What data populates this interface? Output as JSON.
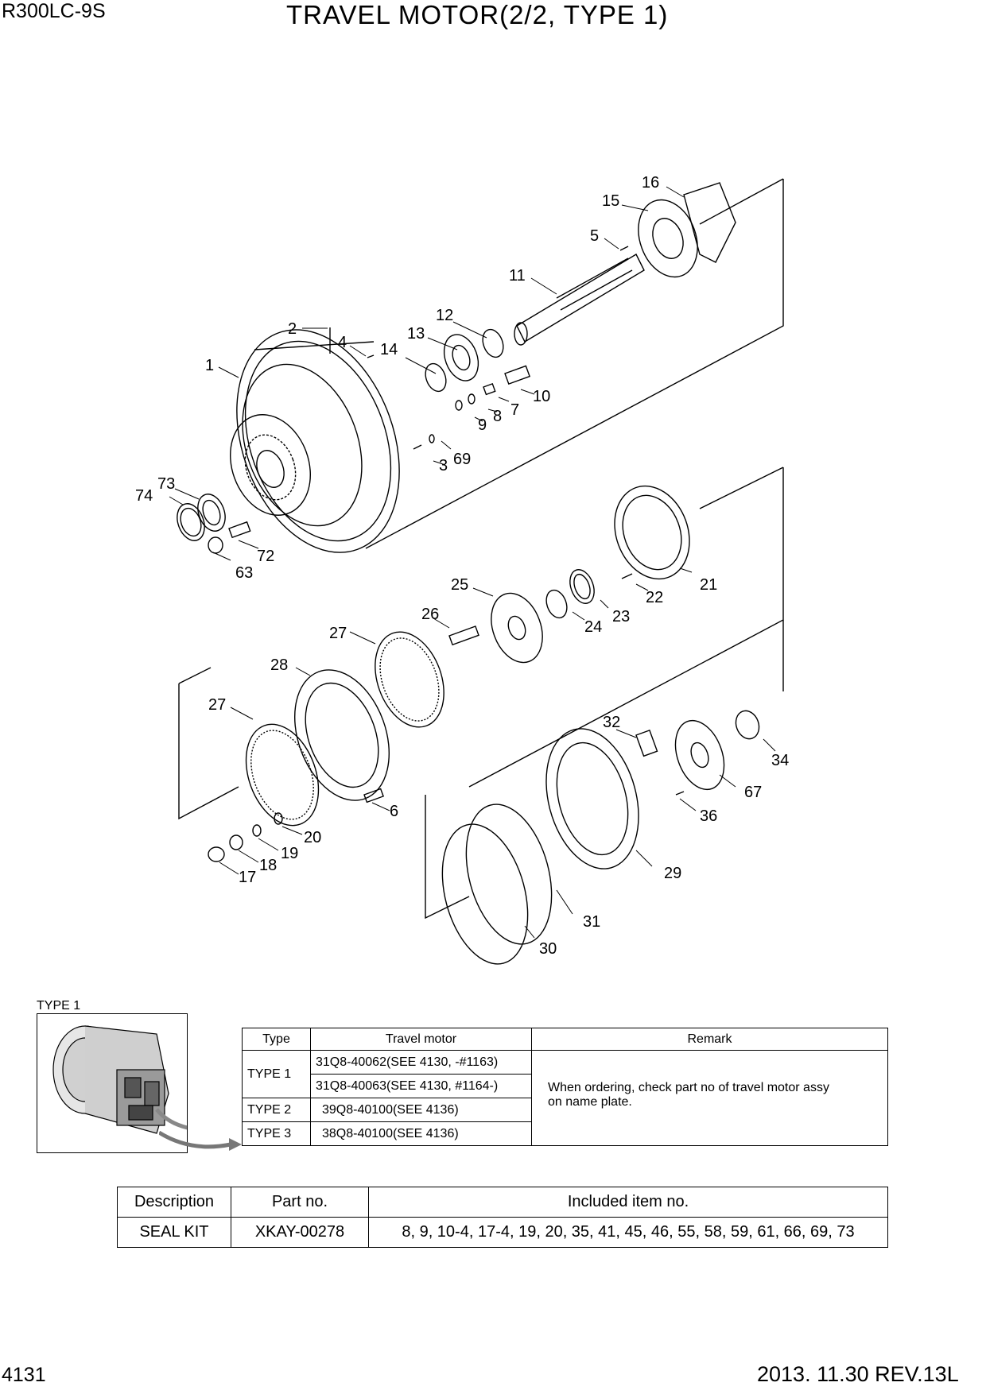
{
  "header": {
    "model": "R300LC-9S",
    "title": "TRAVEL MOTOR(2/2, TYPE 1)"
  },
  "callouts": [
    "1",
    "2",
    "3",
    "4",
    "5",
    "6",
    "7",
    "8",
    "9",
    "10",
    "11",
    "12",
    "13",
    "14",
    "15",
    "16",
    "17",
    "18",
    "19",
    "20",
    "21",
    "22",
    "23",
    "24",
    "25",
    "26",
    "27",
    "27",
    "28",
    "29",
    "30",
    "31",
    "32",
    "34",
    "36",
    "63",
    "67",
    "69",
    "72",
    "73",
    "74"
  ],
  "type_panel": {
    "label": "TYPE 1"
  },
  "type_table": {
    "headers": [
      "Type",
      "Travel motor",
      "Remark"
    ],
    "rows": [
      {
        "type": "TYPE 1",
        "motors": [
          "31Q8-40062(SEE 4130, -#1163)",
          "31Q8-40063(SEE 4130, #1164-)"
        ]
      },
      {
        "type": "TYPE 2",
        "motors": [
          "39Q8-40100(SEE 4136)"
        ]
      },
      {
        "type": "TYPE 3",
        "motors": [
          "38Q8-40100(SEE 4136)"
        ]
      }
    ],
    "remark_line1": "When ordering, check part no of travel motor assy",
    "remark_line2": "on name plate."
  },
  "seal_table": {
    "headers": [
      "Description",
      "Part no.",
      "Included item no."
    ],
    "row": {
      "description": "SEAL KIT",
      "part_no": "XKAY-00278",
      "items": "8, 9, 10-4, 17-4, 19, 20, 35, 41, 45, 46, 55, 58, 59, 61, 66, 69, 73"
    }
  },
  "footer": {
    "page": "4131",
    "revision": "2013. 11.30  REV.13L"
  }
}
